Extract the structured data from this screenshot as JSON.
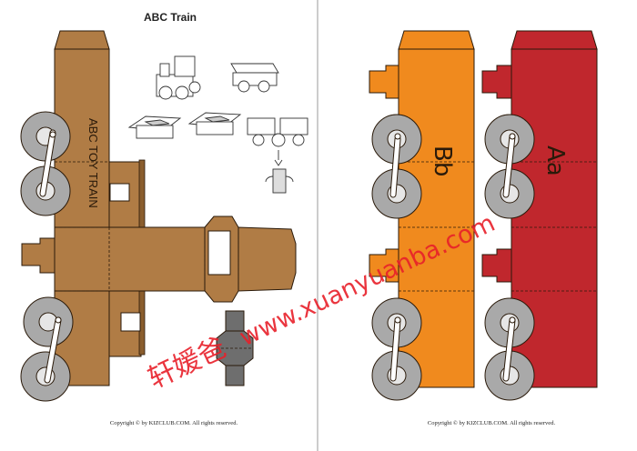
{
  "page_title": "ABC Train",
  "copyright_left": "Copyright © by KIZCLUB.COM. All rights reserved.",
  "copyright_right": "Copyright © by KIZCLUB.COM. All rights reserved.",
  "engine_side_text": "ABC TOY TRAIN",
  "car_b_letters": "Bb",
  "car_a_letters": "Aa",
  "watermark_url": "www.xuanyuanba.com",
  "watermark_cn": "轩媛爸",
  "colors": {
    "engine": "#b07c45",
    "engine_dark": "#8a5d2d",
    "car_b": "#f08a1e",
    "car_a": "#c0272d",
    "wheel": "#a9a9a9",
    "watermark": "#e8202a"
  }
}
